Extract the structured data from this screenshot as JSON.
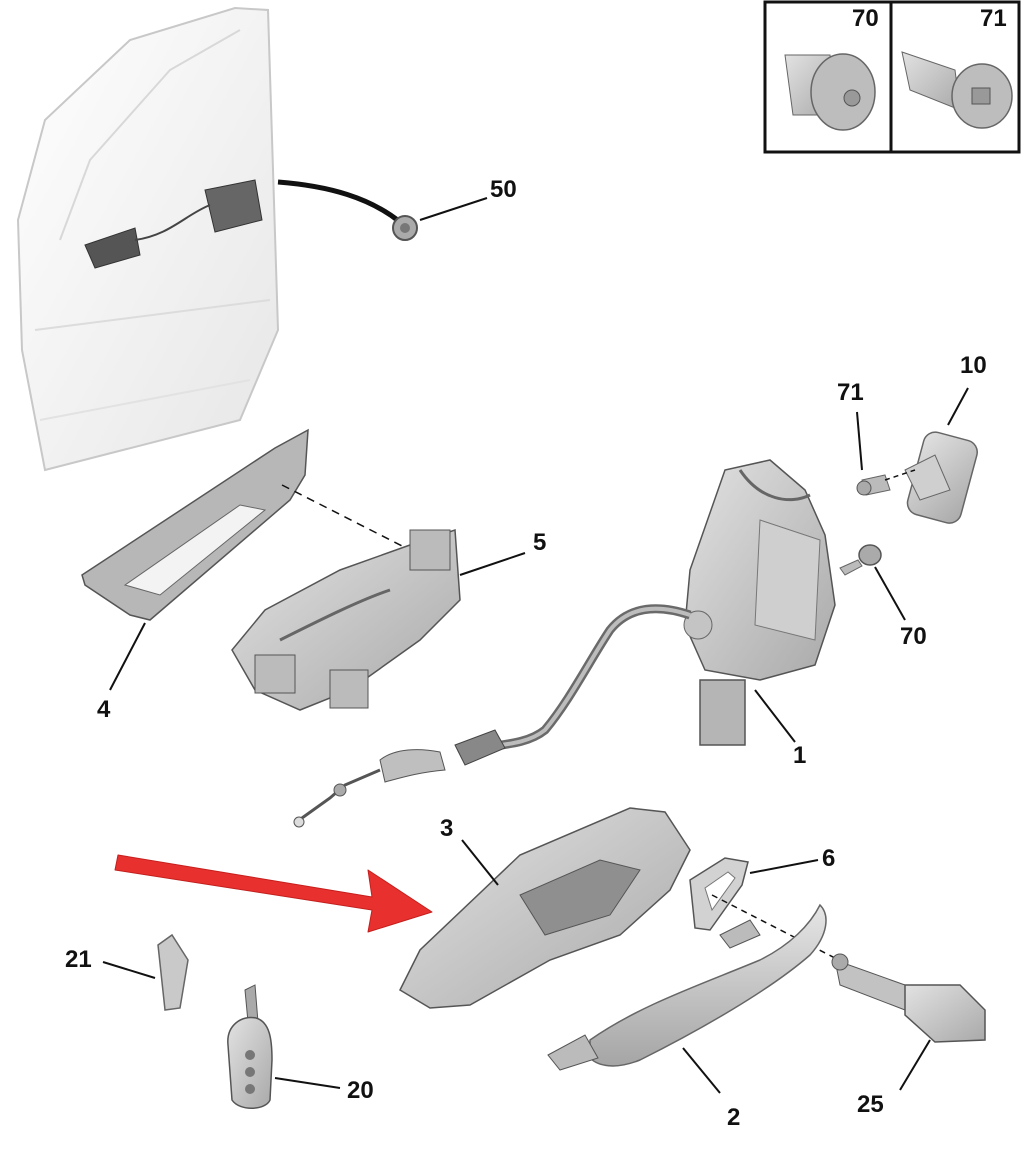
{
  "inset_labels": [
    "70",
    "71"
  ],
  "callouts": {
    "c50": "50",
    "c10": "10",
    "c71": "71",
    "c70": "70",
    "c5": "5",
    "c4": "4",
    "c1": "1",
    "c3": "3",
    "c6": "6",
    "c21": "21",
    "c20": "20",
    "c2": "2",
    "c25": "25"
  },
  "colors": {
    "arrow": "#e8312f",
    "part_fill": "#cfcfcf",
    "part_dark": "#8a8a8a",
    "outline": "#555555"
  }
}
